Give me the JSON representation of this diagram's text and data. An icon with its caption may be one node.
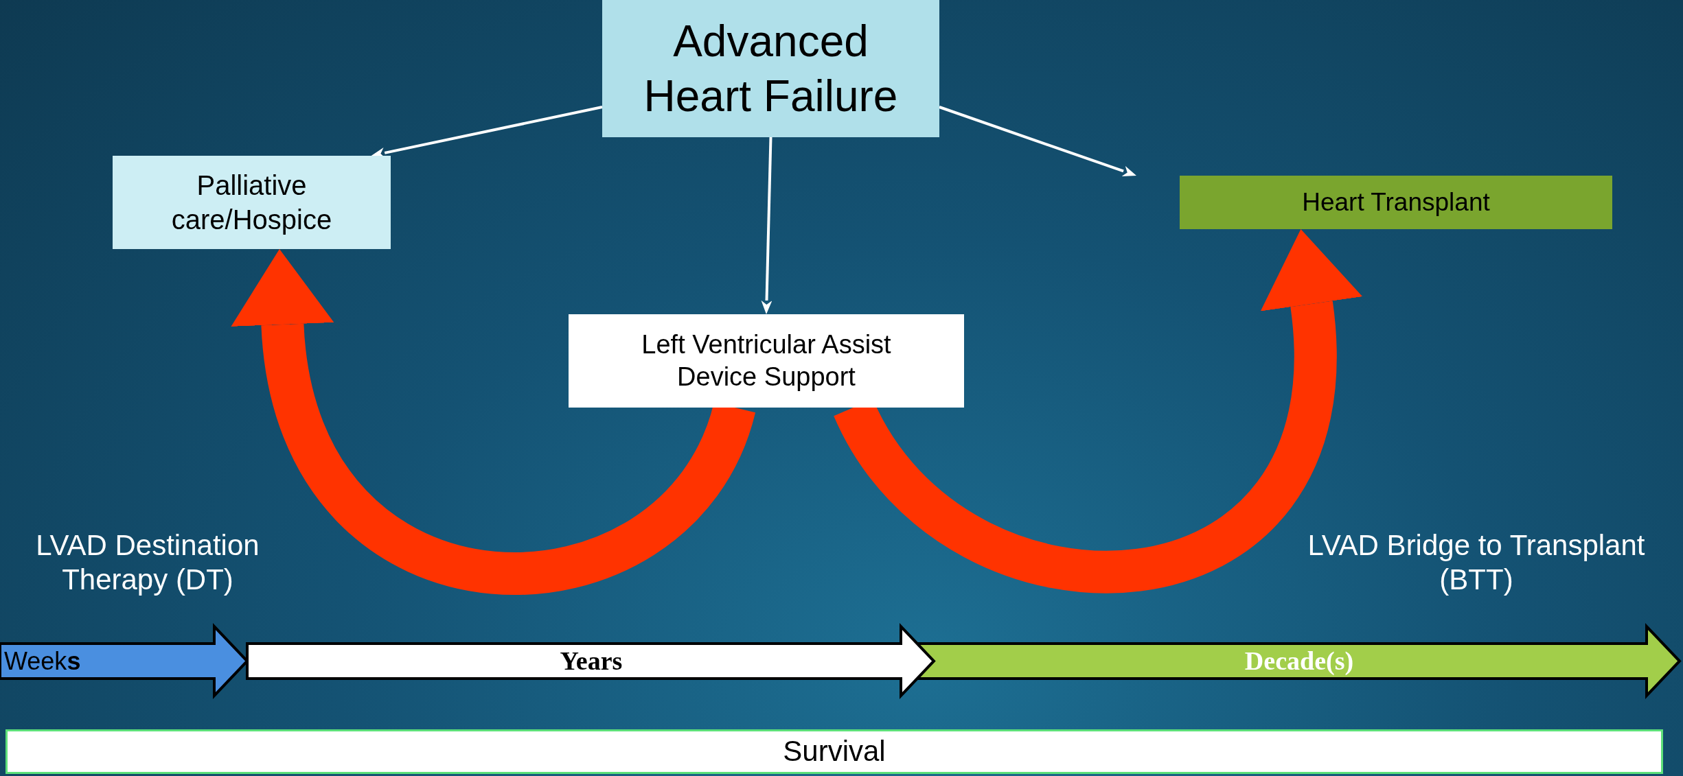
{
  "diagram": {
    "nodes": [
      {
        "text": [
          "Advanced Heart Failure"
        ]
      },
      {
        "text": [
          "Palliative care/Hospice"
        ]
      },
      {
        "text": [
          "Heart Transplant"
        ]
      },
      {
        "text": [
          "Left Ventricular Assist Device Support"
        ]
      },
      {
        "text": [
          "Week**s**"
        ]
      },
      {
        "text": [
          "Years"
        ]
      },
      {
        "text": [
          "Decade(s)"
        ]
      },
      {
        "text": [
          "Survival"
        ]
      }
    ],
    "edges": [
      {
        "from": 0,
        "to": 1,
        "arrow": "to"
      },
      {
        "from": 0,
        "to": 3,
        "arrow": "to"
      },
      {
        "from": 0,
        "to": 2,
        "arrow": "to"
      },
      {
        "from": 3,
        "to": 1,
        "arrow": "to",
        "style": "thick",
        "color": "#ff3300"
      },
      {
        "from": 3,
        "to": 2,
        "arrow": "to",
        "style": "thick",
        "color": "#ff3300"
      }
    ],
    "labels": [
      "LVAD Destination Therapy (DT)",
      "LVAD Bridge to Transplant (BTT)"
    ]
  }
}
